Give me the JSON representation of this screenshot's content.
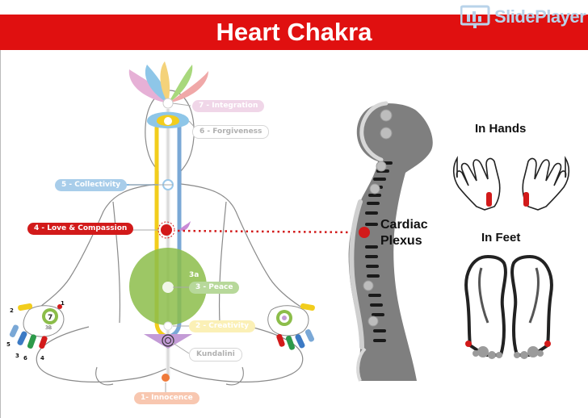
{
  "header": {
    "title": "Heart Chakra",
    "watermark": "SlidePlayer"
  },
  "diagram": {
    "chakras": [
      {
        "id": "integration",
        "label": "7 - Integration"
      },
      {
        "id": "forgiveness",
        "label": "6 - Forgiveness"
      },
      {
        "id": "collectivity",
        "label": "5 - Collectivity"
      },
      {
        "id": "love",
        "label": "4 - Love & Compassion"
      },
      {
        "id": "peace",
        "label": "3 - Peace"
      },
      {
        "id": "creativity",
        "label": "2 - Creativity"
      },
      {
        "id": "kundalini",
        "label": "Kundalini"
      },
      {
        "id": "innocence",
        "label": "1- Innocence"
      }
    ],
    "void_label": "3a",
    "hand_markers": {
      "left_center": "7",
      "left_sub": "3B",
      "fingers": [
        "1",
        "2",
        "3",
        "4",
        "5",
        "6"
      ]
    },
    "spine_label_line1": "Cardiac",
    "spine_label_line2": "Plexus",
    "hands_title": "In Hands",
    "feet_title": "In Feet"
  },
  "colors": {
    "banner": "#e01010",
    "heart": "#d21a1a",
    "void": "#8cbd4a",
    "left_channel": "#f2cd1c",
    "right_channel": "#7aa8d6"
  }
}
